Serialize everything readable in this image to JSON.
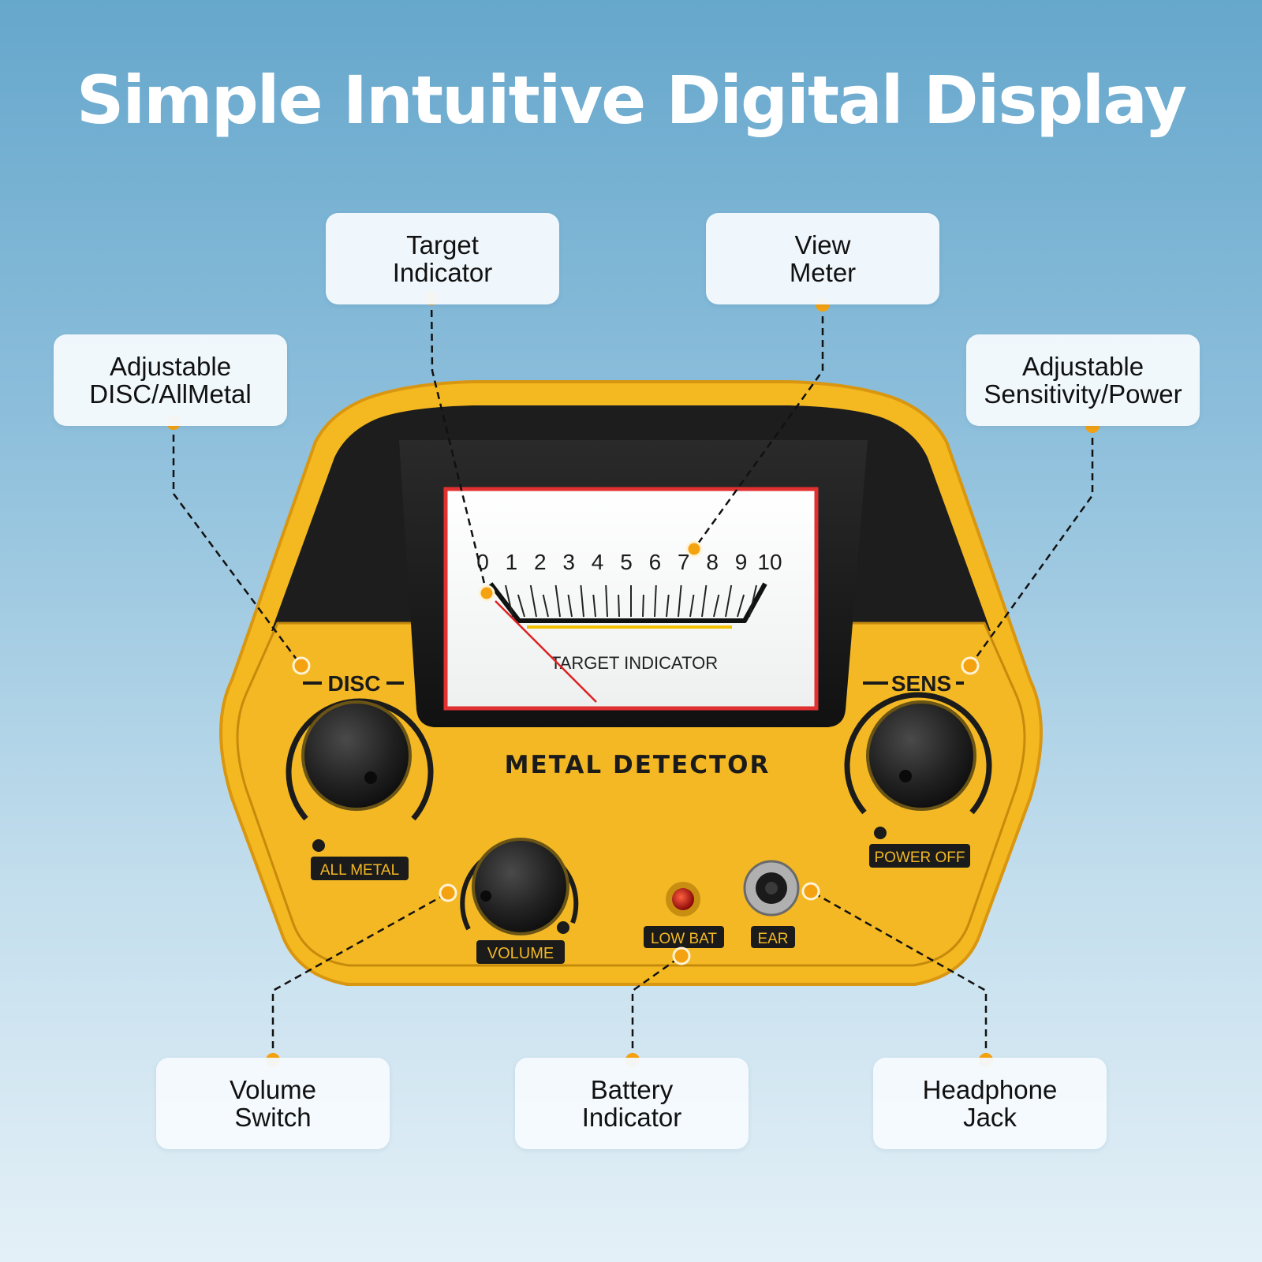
{
  "headline": "Simple Intuitive Digital Display",
  "colors": {
    "background_top": "#66a7cc",
    "background_bottom": "#e4f0f7",
    "accent_dot": "#f5a210",
    "device_yellow": "#f2b623",
    "device_black": "#1b1b1b",
    "meter_needle": "#e02020"
  },
  "callouts": {
    "target_indicator": [
      "Target",
      "Indicator"
    ],
    "view_meter": [
      "View",
      "Meter"
    ],
    "disc_allmetal": [
      "Adjustable",
      "DISC/AllMetal"
    ],
    "sensitivity_power": [
      "Adjustable",
      "Sensitivity/Power"
    ],
    "volume_switch": [
      "Volume",
      "Switch"
    ],
    "battery_indicator": [
      "Battery",
      "Indicator"
    ],
    "headphone_jack": [
      "Headphone",
      "Jack"
    ]
  },
  "device": {
    "meter_scale": [
      "0",
      "1",
      "2",
      "3",
      "4",
      "5",
      "6",
      "7",
      "8",
      "9",
      "10"
    ],
    "meter_caption": "TARGET INDICATOR",
    "model_label": "METAL DETECTOR",
    "disc_label": "DISC",
    "all_metal_label": "ALL METAL",
    "sens_label": "SENS",
    "power_off_label": "POWER OFF",
    "volume_label": "VOLUME",
    "low_bat_label": "LOW BAT",
    "ear_label": "EAR",
    "needle_reading": 0
  }
}
